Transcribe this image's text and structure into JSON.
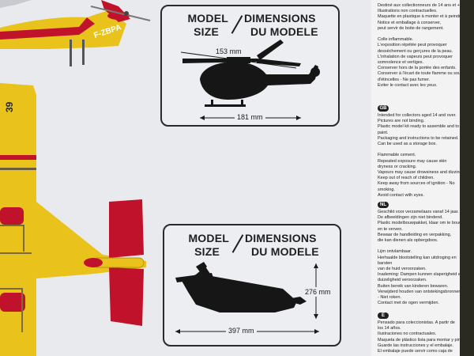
{
  "colors": {
    "background": "#e9eaee",
    "aircraft_yellow": "#e9c21b",
    "aircraft_red": "#c1122b",
    "silhouette": "#161616"
  },
  "helicopter": {
    "registration": "F-ZBPA"
  },
  "plane": {
    "number": "39"
  },
  "panel_top": {
    "heading_left_1": "MODEL",
    "heading_left_2": "SIZE",
    "heading_right_1": "DIMENSIONS",
    "heading_right_2": "DU MODELE",
    "width_dim": "153 mm",
    "length_dim": "181 mm"
  },
  "panel_bottom": {
    "heading_left_1": "MODEL",
    "heading_left_2": "SIZE",
    "heading_right_1": "DIMENSIONS",
    "heading_right_2": "DU MODELE",
    "height_dim": "276 mm",
    "length_dim": "397 mm"
  },
  "warnings": {
    "fr_lines": [
      "Destiné aux collectionneurs de 14 ans et +.",
      "Illustrations non contractuelles.",
      "Maquette en plastique à monter et à peindre.",
      "Notice et emballage à conserver,",
      "peut servir de boite de rangement.",
      "",
      "Colle inflammable.",
      "L'exposition répétée peut provoquer",
      "dessèchement ou gerçures de la peau.",
      "L'inhalation de vapeurs peut provoquer",
      "somnolence et vertiges.",
      "Conserver hors de la portée des enfants.",
      "Conserver à l'écart de toute flamme ou source",
      "d'étincelles - Ne pas fumer.",
      "Eviter le contact avec les yeux."
    ],
    "gb_badge": "GB",
    "gb_lines": [
      "Intended for collectors aged 14 and over.",
      "Pictures are not binding.",
      "Plastic model kit ready to assemble and to",
      "paint.",
      "Packaging and instructions to be retained.",
      "Can be used as a storage box.",
      "",
      "Flammable cement.",
      "Repeated exposure may cause skin",
      "dryness or cracking.",
      "Vapours may cause drowsiness and dizziness.",
      "Keep out of reach of children.",
      "Keep away from sources of ignition - No",
      "smoking.",
      "Avoid contact with eyes."
    ],
    "nl_badge": "NL",
    "nl_lines": [
      "Geschikt voor verzamelaars vanaf 14 jaar.",
      "De afbeeldingen zijn niet bindend.",
      "Plastic modelbouwpakket, klaar om te bouwen",
      "en te verven.",
      "Bewaar de handleiding en verpakking,",
      "die kan dienen als opbergdoos.",
      "",
      "Lijm ontvlambaar.",
      "Herhaalde blootstelling kan uitdroging en",
      "barsten",
      "van de huid veroorzaken.",
      "Inademing: Dampen kunnen slaperigheid en",
      "duizeligheid veroorzaken.",
      "Buiten bereik van kinderen bewaren.",
      "Verwijderd houden van ontstekingsbronnen",
      "- Niet roken.",
      "Contact met de ogen vermijden."
    ],
    "e_badge": "E",
    "e_lines": [
      "Pensado para coleccionistas. A partir de",
      "los 14 años.",
      "Ilustraciones no contractuales.",
      "Maqueta de plástico lista para montar y pintar.",
      "Guarde las instrucciones y el embalaje.",
      "El embalaje puede servir como caja de"
    ]
  }
}
